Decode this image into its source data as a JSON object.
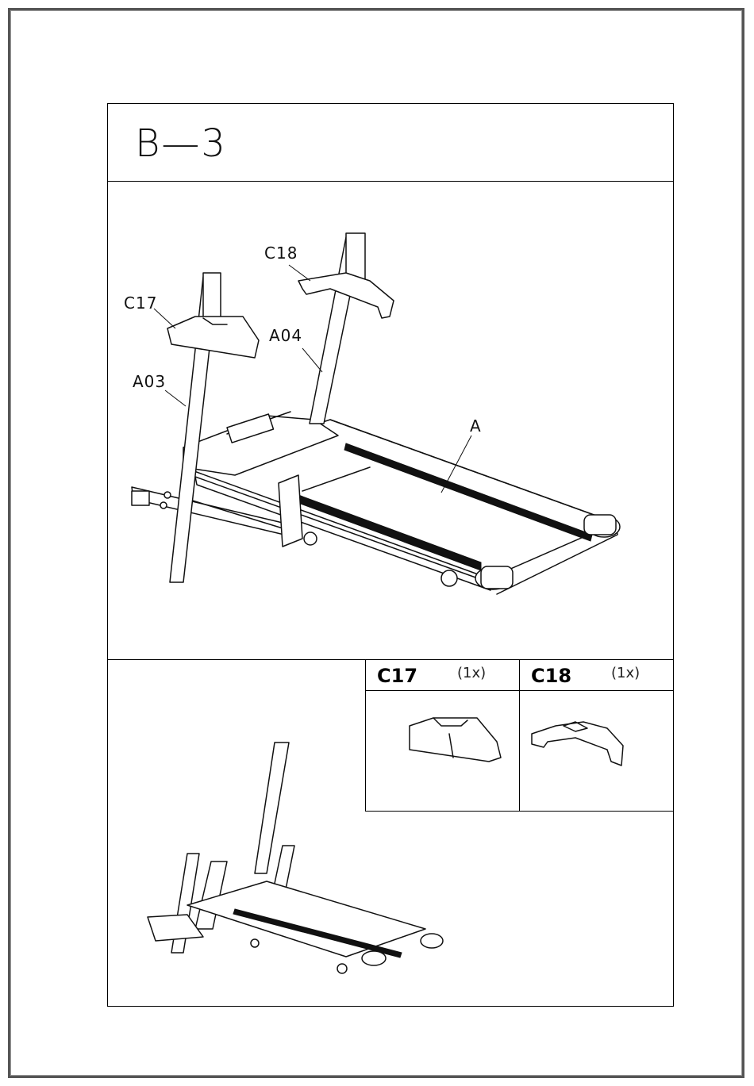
{
  "step": {
    "title": "B—3"
  },
  "callouts": {
    "c18": "C18",
    "c17": "C17",
    "a04": "A04",
    "a03": "A03",
    "a": "A"
  },
  "parts": [
    {
      "code": "C17",
      "qty": "(1x)"
    },
    {
      "code": "C18",
      "qty": "(1x)"
    }
  ]
}
